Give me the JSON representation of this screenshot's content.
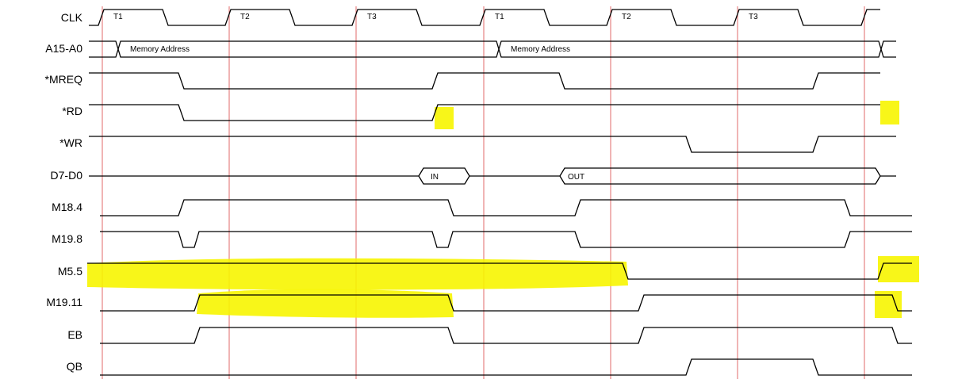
{
  "diagram": {
    "signals": [
      {
        "key": "clk",
        "label": "CLK"
      },
      {
        "key": "addr",
        "label": "A15-A0"
      },
      {
        "key": "mreq",
        "label": "*MREQ"
      },
      {
        "key": "rd",
        "label": "*RD"
      },
      {
        "key": "wr",
        "label": "*WR"
      },
      {
        "key": "data",
        "label": "D7-D0"
      },
      {
        "key": "m184",
        "label": "M18.4"
      },
      {
        "key": "m198",
        "label": "M19.8"
      },
      {
        "key": "m55",
        "label": "M5.5"
      },
      {
        "key": "m1911",
        "label": "M19.11"
      },
      {
        "key": "eb",
        "label": "EB"
      },
      {
        "key": "qb",
        "label": "QB"
      }
    ],
    "t_states": [
      "T1",
      "T2",
      "T3",
      "T1",
      "T2",
      "T3"
    ],
    "bus_labels": {
      "addr_1": "Memory Address",
      "addr_2": "Memory Address",
      "data_in": "IN",
      "data_out": "OUT"
    },
    "colors": {
      "trace": "#000000",
      "divider": "#e06a6a",
      "highlight": "#f7f500"
    }
  }
}
